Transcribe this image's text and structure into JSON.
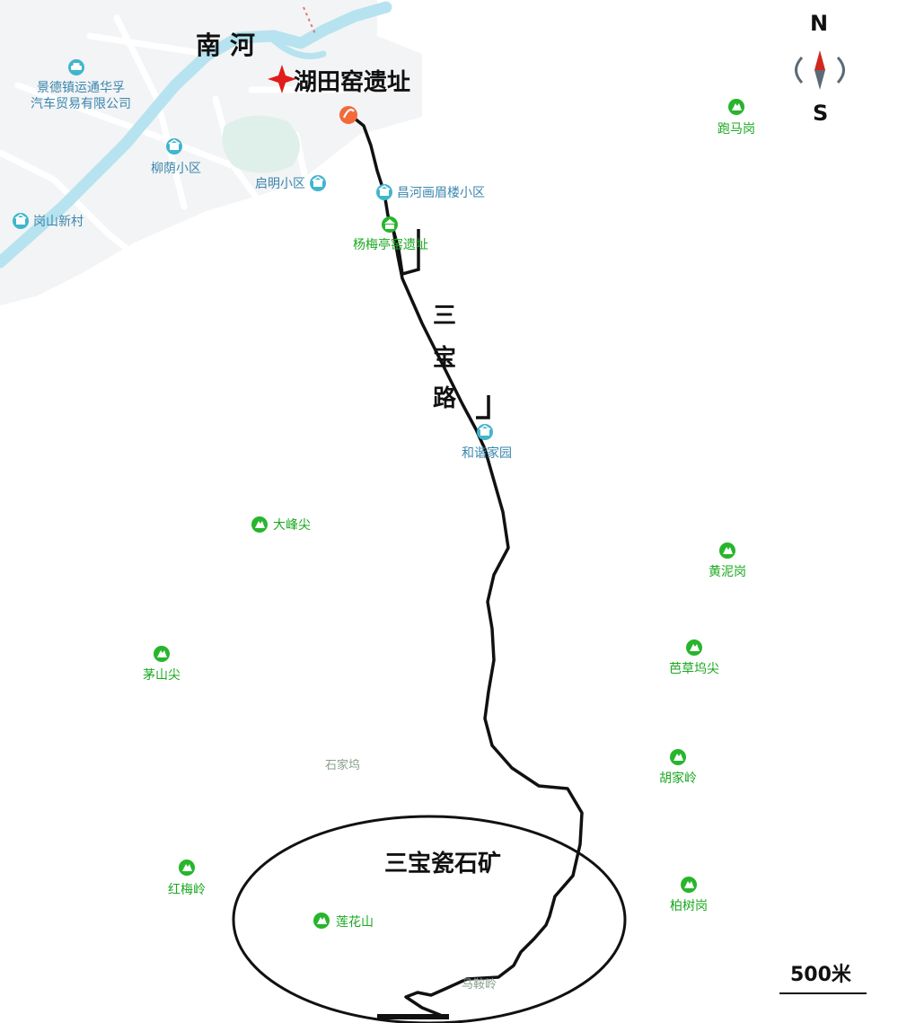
{
  "colors": {
    "river": "#b6e3ef",
    "urban": "#f3f4f5",
    "road": "#ffffff",
    "route": "#111111",
    "poi_green": "#27b52c",
    "poi_label_green": "#1aa81f",
    "poi_blue": "#3fb6cc",
    "poi_label_blue": "#3a86ad",
    "poi_orange": "#f26a3a",
    "star_red": "#e21b1b",
    "compass_red": "#d0281e",
    "compass_gray": "#5d6a76"
  },
  "labels": {
    "river": "南河",
    "start_site": "湖田窑遗址",
    "road_chars": [
      "三",
      "宝",
      "路"
    ],
    "mine": "三宝瓷石矿",
    "scale": "500米",
    "village_shijiawu": "石家坞",
    "village_maanling": "马鞍岭"
  },
  "compass": {
    "north": "N",
    "south": "S",
    "icon": "compass-icon"
  },
  "blue_pois": [
    {
      "id": "jingdezhen-auto",
      "lines": [
        "景德镇运通华孚",
        "汽车贸易有限公司"
      ],
      "icon": "car-icon"
    },
    {
      "id": "liuyin",
      "lines": [
        "柳荫小区"
      ],
      "icon": "building-icon"
    },
    {
      "id": "qiming",
      "lines": [
        "启明小区"
      ],
      "icon": "building-icon"
    },
    {
      "id": "gangshan",
      "lines": [
        "岗山新村"
      ],
      "icon": "building-icon"
    },
    {
      "id": "changhe",
      "lines": [
        "昌河画眉楼小区"
      ],
      "icon": "building-icon"
    },
    {
      "id": "hexie",
      "lines": [
        "和谐家园"
      ],
      "icon": "building-icon"
    }
  ],
  "green_pois": [
    {
      "id": "yangmeiting",
      "lines": [
        "杨梅亭窑遗址"
      ],
      "icon": "heritage-icon"
    },
    {
      "id": "paomagang",
      "lines": [
        "跑马岗"
      ],
      "icon": "mountain-icon"
    },
    {
      "id": "dafengjian",
      "lines": [
        "大峰尖"
      ],
      "icon": "mountain-icon"
    },
    {
      "id": "huangnigang",
      "lines": [
        "黄泥岗"
      ],
      "icon": "mountain-icon"
    },
    {
      "id": "maoshanjian",
      "lines": [
        "茅山尖"
      ],
      "icon": "mountain-icon"
    },
    {
      "id": "bacaowujian",
      "lines": [
        "芭草坞尖"
      ],
      "icon": "mountain-icon"
    },
    {
      "id": "hujialing",
      "lines": [
        "胡家岭"
      ],
      "icon": "mountain-icon"
    },
    {
      "id": "hongmeiling",
      "lines": [
        "红梅岭"
      ],
      "icon": "mountain-icon"
    },
    {
      "id": "baishugang",
      "lines": [
        "柏树岗"
      ],
      "icon": "mountain-icon"
    },
    {
      "id": "lianhuashan",
      "lines": [
        "莲花山"
      ],
      "icon": "mountain-icon"
    }
  ]
}
